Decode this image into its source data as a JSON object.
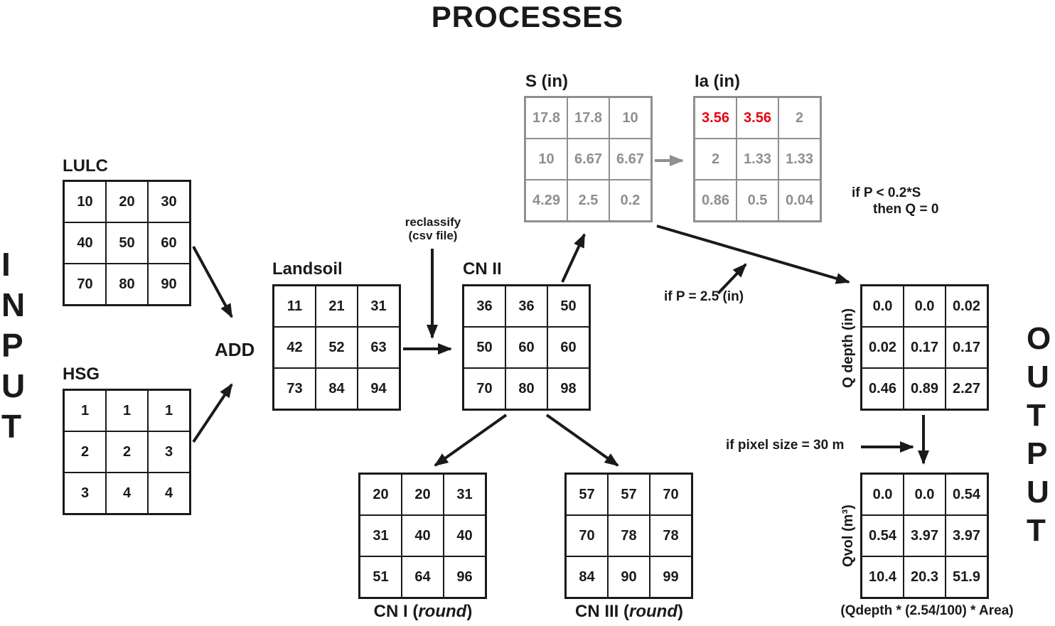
{
  "title": "PROCESSES",
  "side_labels": {
    "input": [
      "I",
      "N",
      "P",
      "U",
      "T"
    ],
    "output": [
      "O",
      "U",
      "T",
      "P",
      "U",
      "T"
    ]
  },
  "grids": {
    "lulc": {
      "label": "LULC",
      "rows": [
        [
          "10",
          "20",
          "30"
        ],
        [
          "40",
          "50",
          "60"
        ],
        [
          "70",
          "80",
          "90"
        ]
      ]
    },
    "hsg": {
      "label": "HSG",
      "rows": [
        [
          "1",
          "1",
          "1"
        ],
        [
          "2",
          "2",
          "3"
        ],
        [
          "3",
          "4",
          "4"
        ]
      ]
    },
    "landsoil": {
      "label": "Landsoil",
      "rows": [
        [
          "11",
          "21",
          "31"
        ],
        [
          "42",
          "52",
          "63"
        ],
        [
          "73",
          "84",
          "94"
        ]
      ]
    },
    "cn2": {
      "label": "CN II",
      "rows": [
        [
          "36",
          "36",
          "50"
        ],
        [
          "50",
          "60",
          "60"
        ],
        [
          "70",
          "80",
          "98"
        ]
      ]
    },
    "s": {
      "label": "S (in)",
      "rows": [
        [
          "17.8",
          "17.8",
          "10"
        ],
        [
          "10",
          "6.67",
          "6.67"
        ],
        [
          "4.29",
          "2.5",
          "0.2"
        ]
      ]
    },
    "ia": {
      "label": "Ia (in)",
      "rows": [
        [
          "3.56",
          "3.56",
          "2"
        ],
        [
          "2",
          "1.33",
          "1.33"
        ],
        [
          "0.86",
          "0.5",
          "0.04"
        ]
      ],
      "red_cells": [
        [
          0,
          0
        ],
        [
          0,
          1
        ]
      ]
    },
    "cn1": {
      "label_prefix": "CN I (",
      "label_italic": "round",
      "label_suffix": ")",
      "rows": [
        [
          "20",
          "20",
          "31"
        ],
        [
          "31",
          "40",
          "40"
        ],
        [
          "51",
          "64",
          "96"
        ]
      ]
    },
    "cn3": {
      "label_prefix": "CN III (",
      "label_italic": "round",
      "label_suffix": ")",
      "rows": [
        [
          "57",
          "57",
          "70"
        ],
        [
          "70",
          "78",
          "78"
        ],
        [
          "84",
          "90",
          "99"
        ]
      ]
    },
    "qdepth": {
      "label": "Q depth (in)",
      "rows": [
        [
          "0.0",
          "0.0",
          "0.02"
        ],
        [
          "0.02",
          "0.17",
          "0.17"
        ],
        [
          "0.46",
          "0.89",
          "2.27"
        ]
      ]
    },
    "qvol": {
      "label": "Qvol (m³)",
      "rows": [
        [
          "0.0",
          "0.0",
          "0.54"
        ],
        [
          "0.54",
          "3.97",
          "3.97"
        ],
        [
          "10.4",
          "20.3",
          "51.9"
        ]
      ]
    }
  },
  "annotations": {
    "add": "ADD",
    "reclassify_line1": "reclassify",
    "reclassify_line2": "(csv file)",
    "condition_q0_line1": "if P < 0.2*S",
    "condition_q0_line2": "then Q = 0",
    "condition_p": "if P = 2.5 (in)",
    "condition_pixel": "if pixel size = 30 m",
    "qvol_formula": "(Qdepth * (2.54/100) * Area)"
  },
  "colors": {
    "ink": "#1a1a1a",
    "gray": "#8b918f",
    "highlight_red": "#e8000d"
  }
}
